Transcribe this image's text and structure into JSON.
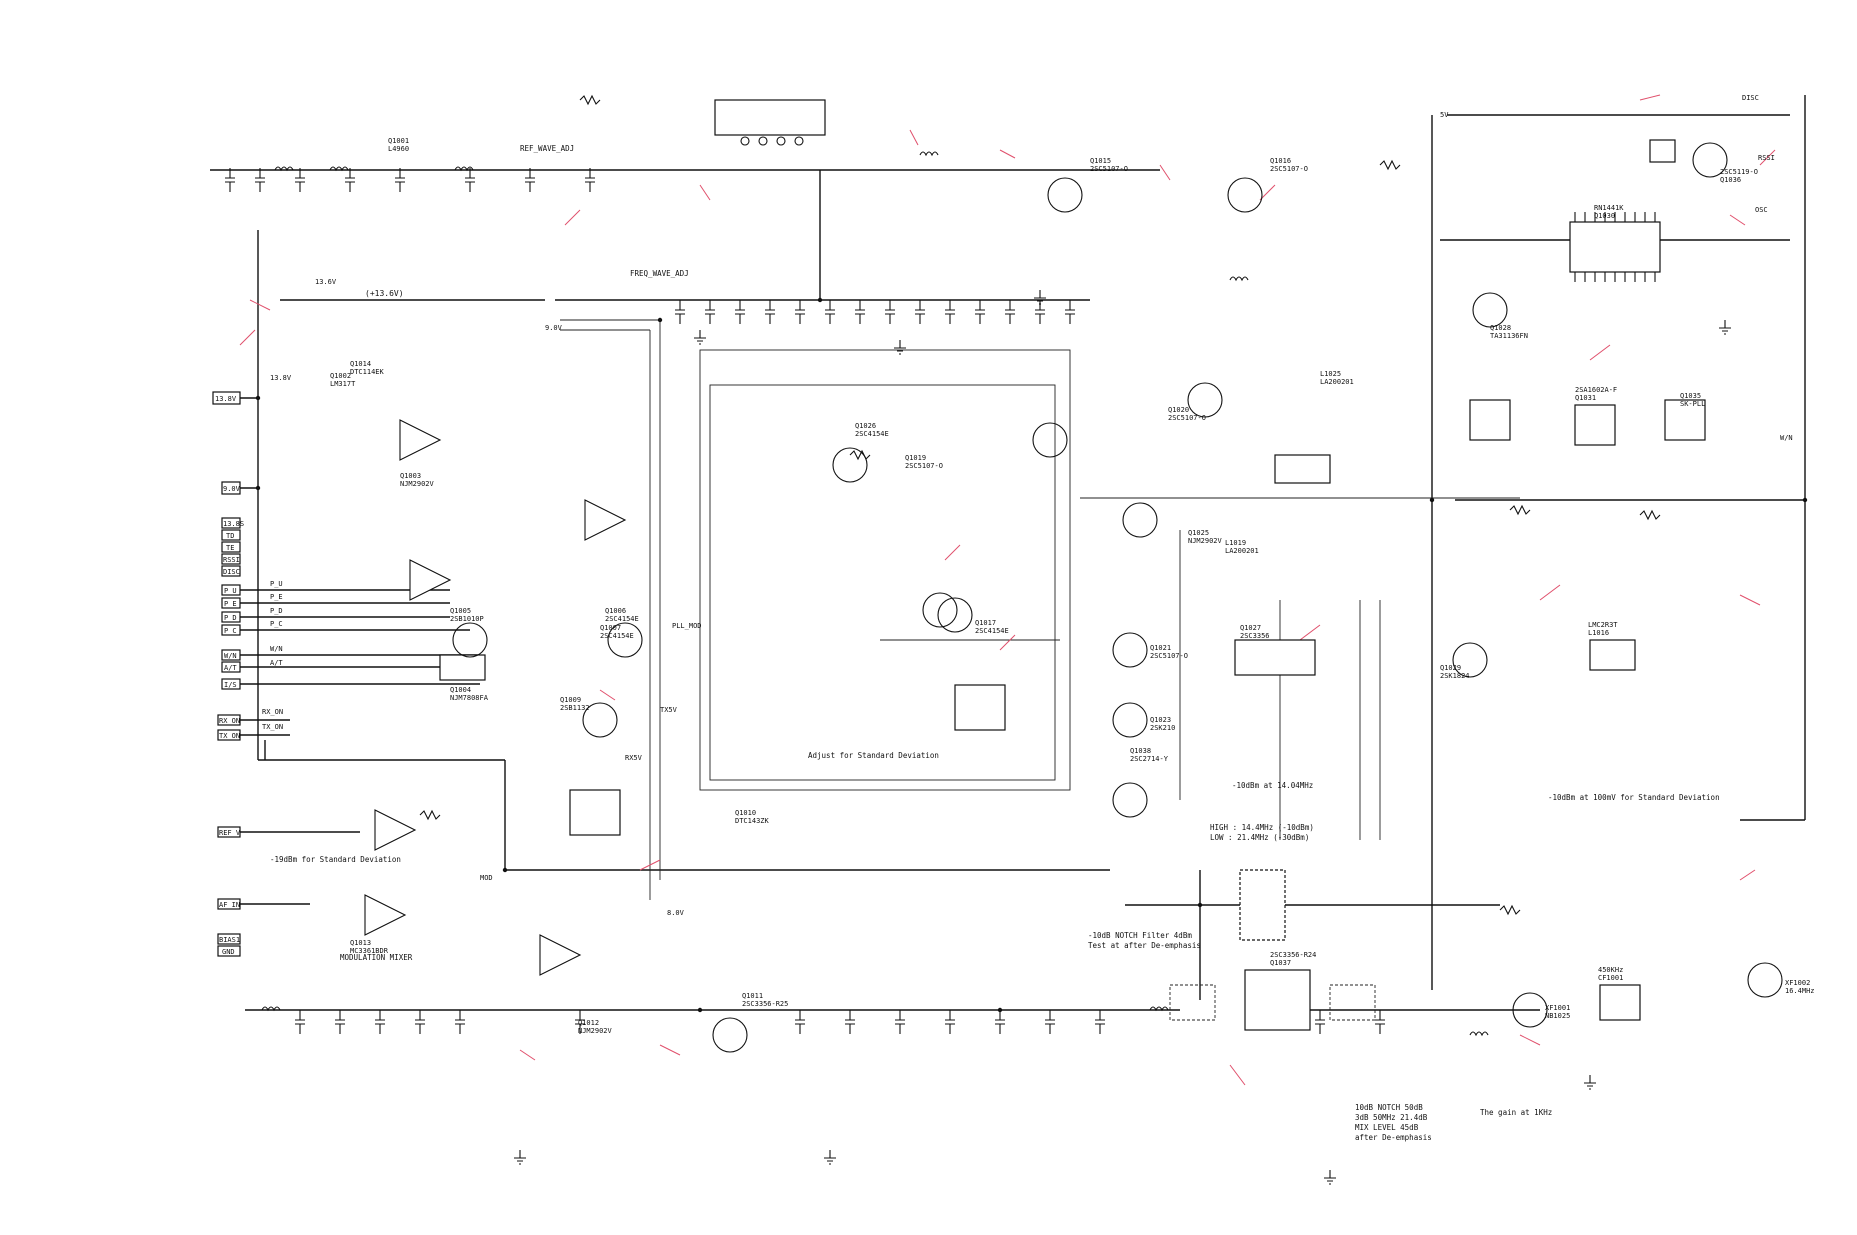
{
  "rails": {
    "v13_8": "13.8V",
    "v9": "9.0V",
    "v5": "5V",
    "v8": "8.0V",
    "plus13_6": "(+13.6V)",
    "v13_6_left": "13.6V"
  },
  "connectors": [
    {
      "label": "13.8V"
    },
    {
      "label": "9.0V"
    },
    {
      "label": "13.8S"
    },
    {
      "label": "TD"
    },
    {
      "label": "TE"
    },
    {
      "label": "RSSI"
    },
    {
      "label": "DISC"
    },
    {
      "label": "P_U"
    },
    {
      "label": "P_E"
    },
    {
      "label": "P_D"
    },
    {
      "label": "P_C"
    },
    {
      "label": "W/N"
    },
    {
      "label": "A/T"
    },
    {
      "label": "I/S"
    },
    {
      "label": "RX_ON"
    },
    {
      "label": "TX_ON"
    },
    {
      "label": "REF_V"
    },
    {
      "label": "AF_IN"
    },
    {
      "label": "BIAS1"
    },
    {
      "label": "GND"
    }
  ],
  "net_labels": [
    {
      "text": "W/N"
    },
    {
      "text": "A/T"
    },
    {
      "text": "P_U"
    },
    {
      "text": "P_E"
    },
    {
      "text": "P_D"
    },
    {
      "text": "P_C"
    },
    {
      "text": "RX_ON"
    },
    {
      "text": "TX_ON"
    },
    {
      "text": "RX5V"
    },
    {
      "text": "TX5V"
    },
    {
      "text": "MOD"
    },
    {
      "text": "PLL_MOD"
    },
    {
      "text": "OSC"
    },
    {
      "text": "RSSI"
    },
    {
      "text": "DISC"
    },
    {
      "text": "W/N"
    }
  ],
  "parts": [
    {
      "ref": "Q1001",
      "value": "L4960"
    },
    {
      "ref": "Q1002",
      "value": "LM317T"
    },
    {
      "ref": "Q1003",
      "value": "NJM2902V"
    },
    {
      "ref": "Q1004",
      "value": "NJM7808FA"
    },
    {
      "ref": "Q1005",
      "value": "2SB1010P"
    },
    {
      "ref": "Q1006",
      "value": "2SC4154E"
    },
    {
      "ref": "Q1007",
      "value": "2SC4154E"
    },
    {
      "ref": "Q1009",
      "value": "2SB1132"
    },
    {
      "ref": "Q1010",
      "value": "DTC143ZK"
    },
    {
      "ref": "Q1011",
      "value": "2SC3356-R25"
    },
    {
      "ref": "Q1012",
      "value": "NJM2902V"
    },
    {
      "ref": "Q1013",
      "value": "MC3361BDR"
    },
    {
      "ref": "Q1014",
      "value": "DTC114EK"
    },
    {
      "ref": "Q1015",
      "value": "2SC5107-O"
    },
    {
      "ref": "Q1016",
      "value": "2SC5107-O"
    },
    {
      "ref": "Q1017",
      "value": "2SC4154E"
    },
    {
      "ref": "Q1019",
      "value": "2SC5107-O"
    },
    {
      "ref": "Q1020",
      "value": "2SC5107-O"
    },
    {
      "ref": "Q1021",
      "value": "2SC5107-O"
    },
    {
      "ref": "Q1023",
      "value": "2SK210"
    },
    {
      "ref": "Q1025",
      "value": "NJM2902V"
    },
    {
      "ref": "Q1026",
      "value": "2SC4154E"
    },
    {
      "ref": "Q1027",
      "value": "2SC3356"
    },
    {
      "ref": "Q1028",
      "value": "TA31136FN"
    },
    {
      "ref": "Q1029",
      "value": "2SK1824"
    },
    {
      "ref": "Q1030",
      "value": "RN1441K"
    },
    {
      "ref": "Q1031",
      "value": "2SA1602A-F"
    },
    {
      "ref": "Q1035",
      "value": "SK-PLL"
    },
    {
      "ref": "Q1036",
      "value": "2SC5119-O"
    },
    {
      "ref": "Q1037",
      "value": "2SC3356-R24"
    },
    {
      "ref": "Q1038",
      "value": "2SC2714-Y"
    },
    {
      "ref": "XF1001",
      "value": "NB1025"
    },
    {
      "ref": "XF1002",
      "value": "16.4MHz"
    },
    {
      "ref": "CF1001",
      "value": "450KHz"
    },
    {
      "ref": "L1016",
      "value": "LMC2R3T"
    },
    {
      "ref": "L1019",
      "value": "LA200201"
    },
    {
      "ref": "L1025",
      "value": "LA200201"
    }
  ],
  "annotations": [
    {
      "text": "Adjust for Standard Deviation"
    },
    {
      "text": "-19dBm for Standard Deviation"
    },
    {
      "text": "-10dBm at 14.04MHz"
    },
    {
      "text": "HIGH : 14.4MHz (-10dBm)"
    },
    {
      "text": "LOW : 21.4MHz (-30dBm)"
    },
    {
      "text": "-10dB NOTCH Filter 4dBm"
    },
    {
      "text": "Test at after De-emphasis"
    },
    {
      "text": "-10dBm at 100mV for Standard Deviation"
    },
    {
      "text": "MODULATION MIXER"
    },
    {
      "text": "REF_WAVE_ADJ"
    },
    {
      "text": "FREQ_WAVE_ADJ"
    },
    {
      "text": "10dB NOTCH 50dB"
    },
    {
      "text": "3dB 50MHz  21.4dB"
    },
    {
      "text": "MIX LEVEL 45dB"
    },
    {
      "text": "after De-emphasis"
    },
    {
      "text": "The gain at 1KHz"
    }
  ]
}
